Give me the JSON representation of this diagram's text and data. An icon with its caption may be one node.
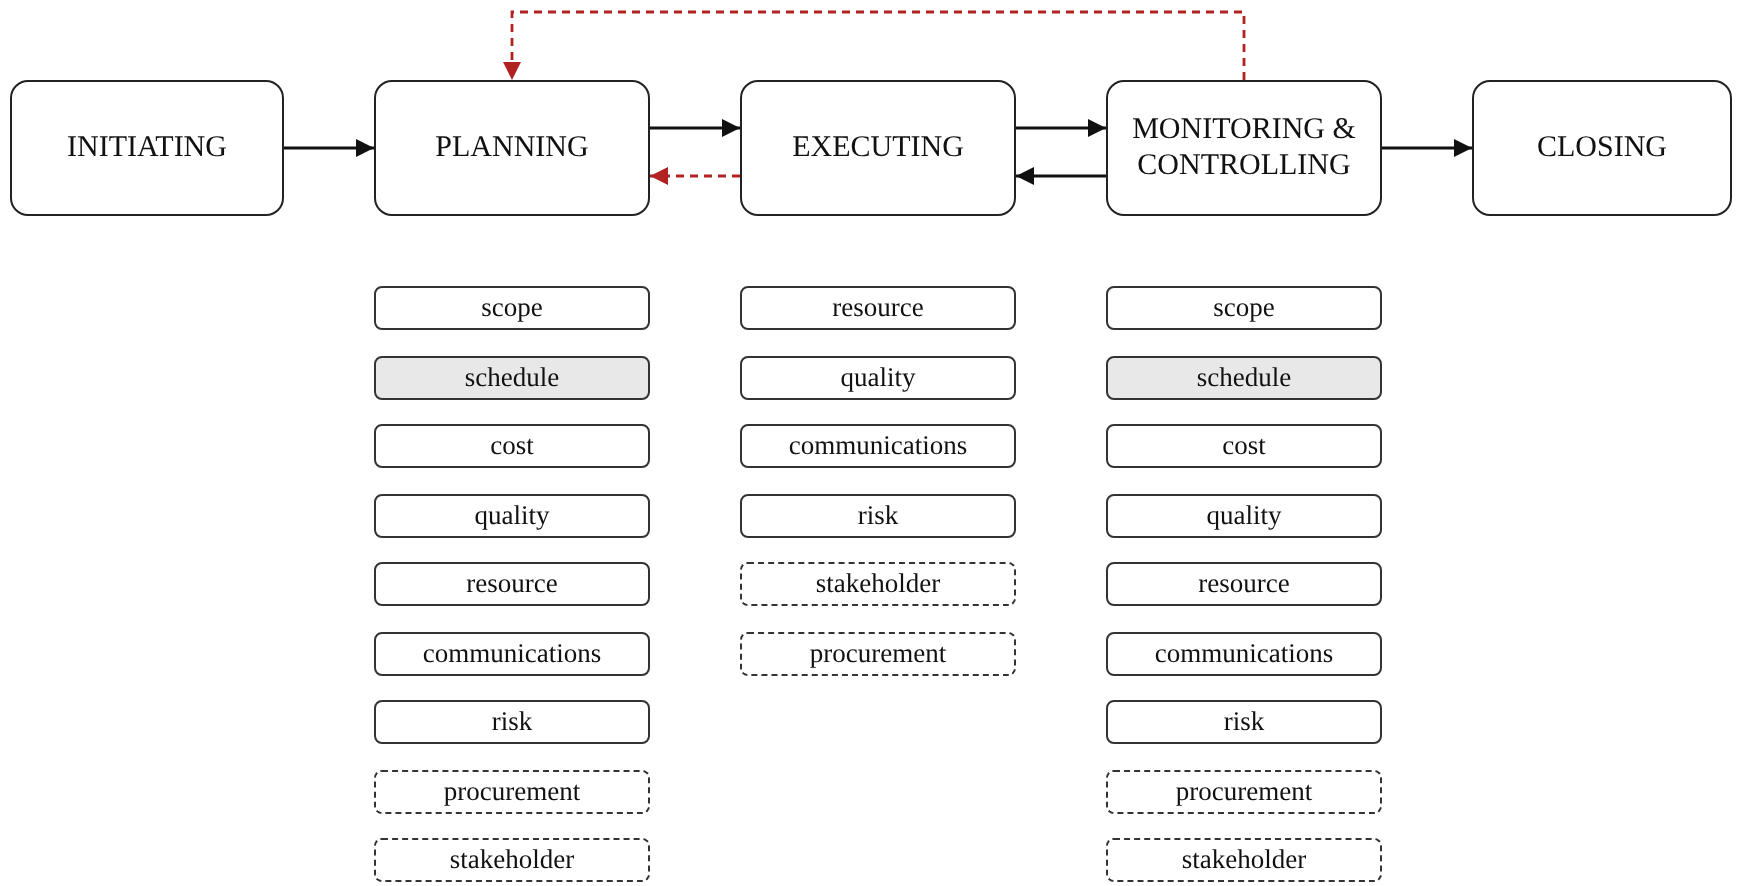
{
  "diagram": {
    "nodes": [
      {
        "text": [
          "INITIATING"
        ]
      },
      {
        "text": [
          "PLANNING"
        ]
      },
      {
        "text": [
          "EXECUTING"
        ]
      },
      {
        "text": [
          "MONITORING & CONTROLLING"
        ]
      },
      {
        "text": [
          "CLOSING"
        ]
      },
      {
        "text": [
          "scope"
        ]
      },
      {
        "text": [
          "schedule"
        ]
      },
      {
        "text": [
          "cost"
        ]
      },
      {
        "text": [
          "quality"
        ]
      },
      {
        "text": [
          "resource"
        ]
      },
      {
        "text": [
          "communications"
        ]
      },
      {
        "text": [
          "risk"
        ]
      },
      {
        "text": [
          "procurement"
        ]
      },
      {
        "text": [
          "stakeholder"
        ]
      },
      {
        "text": [
          "resource"
        ]
      },
      {
        "text": [
          "quality"
        ]
      },
      {
        "text": [
          "communications"
        ]
      },
      {
        "text": [
          "risk"
        ]
      },
      {
        "text": [
          "stakeholder"
        ]
      },
      {
        "text": [
          "procurement"
        ]
      },
      {
        "text": [
          "scope"
        ]
      },
      {
        "text": [
          "schedule"
        ]
      },
      {
        "text": [
          "cost"
        ]
      },
      {
        "text": [
          "quality"
        ]
      },
      {
        "text": [
          "resource"
        ]
      },
      {
        "text": [
          "communications"
        ]
      },
      {
        "text": [
          "risk"
        ]
      },
      {
        "text": [
          "procurement"
        ]
      },
      {
        "text": [
          "stakeholder"
        ]
      }
    ],
    "edges": [
      {
        "from": 0,
        "to": 1,
        "arrow": "to"
      },
      {
        "from": 1,
        "to": 2,
        "arrow": "to"
      },
      {
        "from": 2,
        "to": 3,
        "arrow": "to"
      },
      {
        "from": 3,
        "to": 2,
        "arrow": "to"
      },
      {
        "from": 3,
        "to": 4,
        "arrow": "to"
      },
      {
        "from": 2,
        "to": 1,
        "arrow": "to",
        "style": "dashed",
        "color": "#b22222"
      },
      {
        "from": 3,
        "to": 1,
        "arrow": "to",
        "style": "dashed",
        "color": "#b22222"
      }
    ]
  }
}
